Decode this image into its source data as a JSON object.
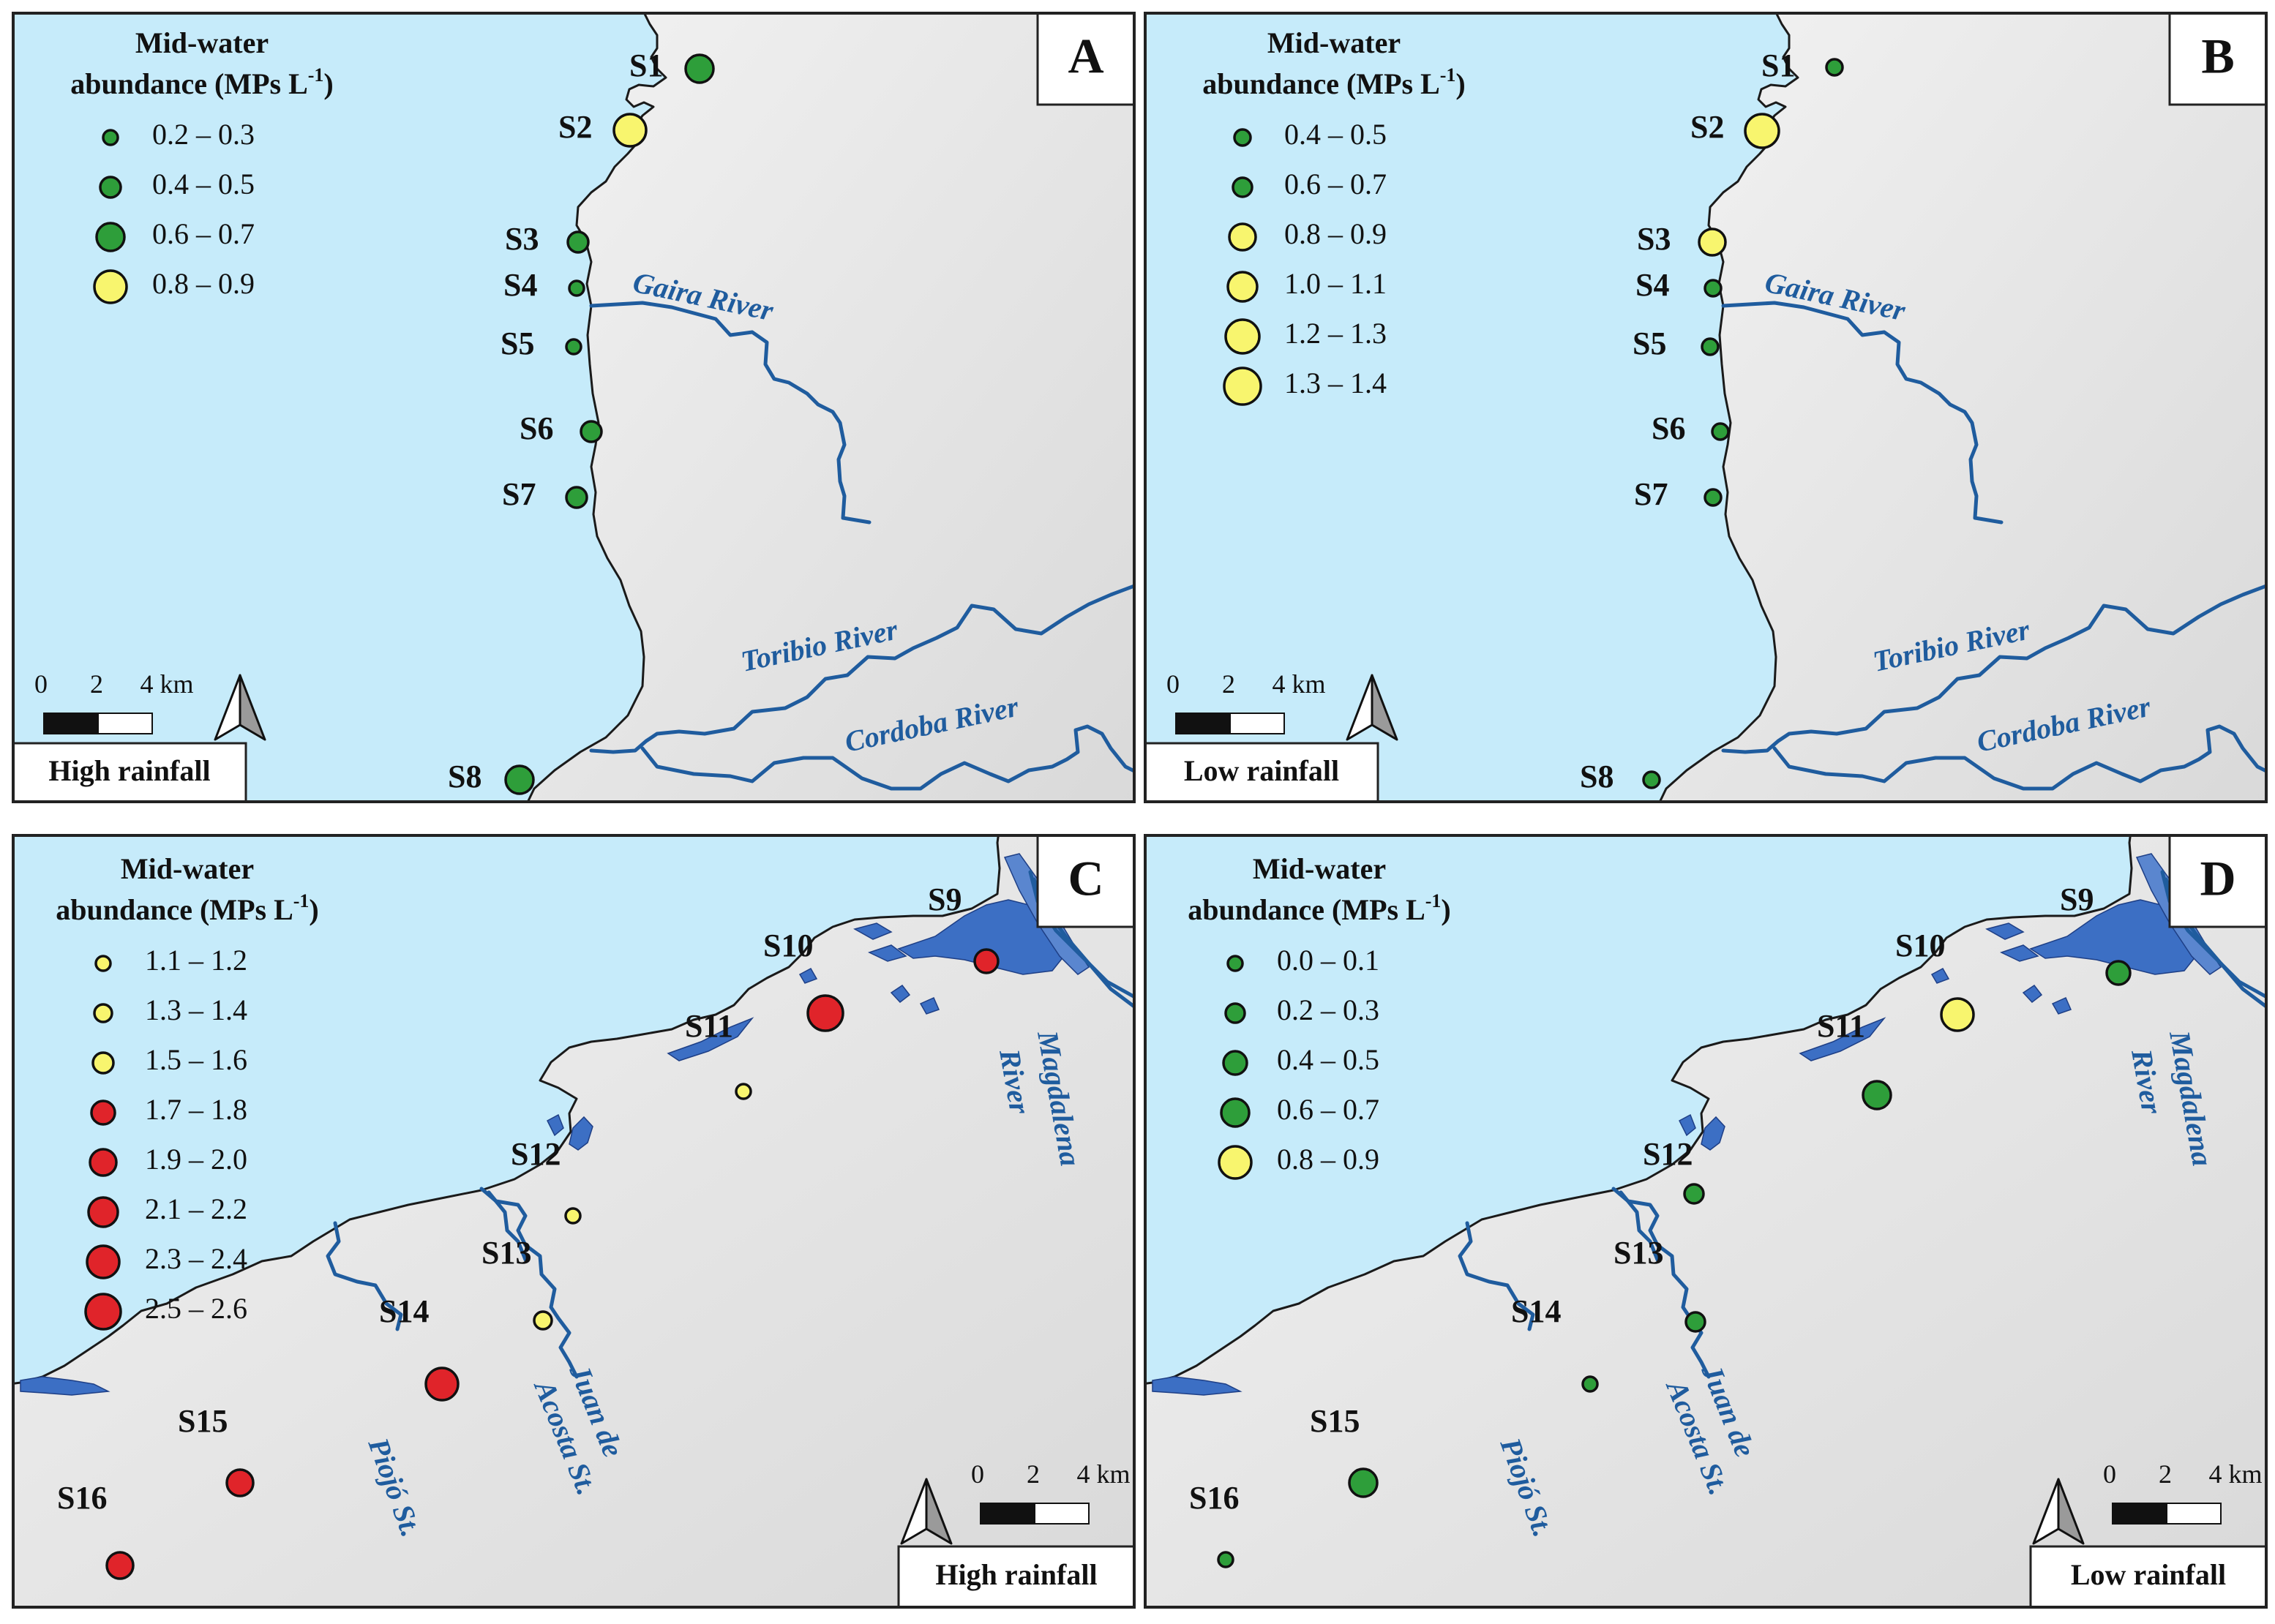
{
  "colors": {
    "green": "#2e9e3a",
    "yellow": "#f8f56e",
    "red": "#e0242a"
  },
  "panels": {
    "A": {
      "letter": "A",
      "season": "High rainfall",
      "legend": {
        "title_line1": "Mid-water",
        "title_line2": "abundance (MPs L",
        "title_sup": "-1",
        "title_close": ")",
        "items": [
          {
            "range": "0.2 – 0.3",
            "color": "green",
            "size": 1
          },
          {
            "range": "0.4 – 0.5",
            "color": "green",
            "size": 2
          },
          {
            "range": "0.6 – 0.7",
            "color": "green",
            "size": 3
          },
          {
            "range": "0.8 – 0.9",
            "color": "yellow",
            "size": 4
          }
        ]
      },
      "rivers": [
        "Gaira River",
        "Toribio River",
        "Cordoba River"
      ],
      "scale": {
        "ticks": [
          "0",
          "2",
          "4 km"
        ]
      },
      "sites": [
        {
          "label": "S1",
          "color": "green",
          "size": 3
        },
        {
          "label": "S2",
          "color": "yellow",
          "size": 4
        },
        {
          "label": "S3",
          "color": "green",
          "size": 2
        },
        {
          "label": "S4",
          "color": "green",
          "size": 1
        },
        {
          "label": "S5",
          "color": "green",
          "size": 1
        },
        {
          "label": "S6",
          "color": "green",
          "size": 2
        },
        {
          "label": "S7",
          "color": "green",
          "size": 2
        },
        {
          "label": "S8",
          "color": "green",
          "size": 3
        }
      ]
    },
    "B": {
      "letter": "B",
      "season": "Low rainfall",
      "legend": {
        "title_line1": "Mid-water",
        "title_line2": "abundance (MPs L",
        "title_sup": "-1",
        "title_close": ")",
        "items": [
          {
            "range": "0.4 – 0.5",
            "color": "green",
            "size": 1
          },
          {
            "range": "0.6 – 0.7",
            "color": "green",
            "size": 2
          },
          {
            "range": "0.8 – 0.9",
            "color": "yellow",
            "size": 3
          },
          {
            "range": "1.0 – 1.1",
            "color": "yellow",
            "size": 4
          },
          {
            "range": "1.2 – 1.3",
            "color": "yellow",
            "size": 5
          },
          {
            "range": "1.3 – 1.4",
            "color": "yellow",
            "size": 6
          }
        ]
      },
      "rivers": [
        "Gaira River",
        "Toribio River",
        "Cordoba River"
      ],
      "scale": {
        "ticks": [
          "0",
          "2",
          "4 km"
        ]
      },
      "sites": [
        {
          "label": "S1",
          "color": "green",
          "size": 1
        },
        {
          "label": "S2",
          "color": "yellow",
          "size": 5
        },
        {
          "label": "S3",
          "color": "yellow",
          "size": 3
        },
        {
          "label": "S4",
          "color": "green",
          "size": 1
        },
        {
          "label": "S5",
          "color": "green",
          "size": 1
        },
        {
          "label": "S6",
          "color": "green",
          "size": 1
        },
        {
          "label": "S7",
          "color": "green",
          "size": 1
        },
        {
          "label": "S8",
          "color": "green",
          "size": 1
        }
      ]
    },
    "C": {
      "letter": "C",
      "season": "High rainfall",
      "legend": {
        "title_line1": "Mid-water",
        "title_line2": "abundance (MPs L",
        "title_sup": "-1",
        "title_close": ")",
        "items": [
          {
            "range": "1.1 – 1.2",
            "color": "yellow",
            "size": 1
          },
          {
            "range": "1.3 – 1.4",
            "color": "yellow",
            "size": 2
          },
          {
            "range": "1.5 – 1.6",
            "color": "yellow",
            "size": 3
          },
          {
            "range": "1.7 – 1.8",
            "color": "red",
            "size": 4
          },
          {
            "range": "1.9 – 2.0",
            "color": "red",
            "size": 5
          },
          {
            "range": "2.1 – 2.2",
            "color": "red",
            "size": 6
          },
          {
            "range": "2.3 – 2.4",
            "color": "red",
            "size": 7
          },
          {
            "range": "2.5 – 2.6",
            "color": "red",
            "size": 8
          }
        ]
      },
      "rivers": [
        "Magdalena",
        "River",
        "Juan de",
        "Acosta St.",
        "Piojó St."
      ],
      "scale": {
        "ticks": [
          "0",
          "2",
          "4 km"
        ]
      },
      "sites": [
        {
          "label": "S9",
          "color": "red",
          "size": 4
        },
        {
          "label": "S10",
          "color": "red",
          "size": 8
        },
        {
          "label": "S11",
          "color": "yellow",
          "size": 1
        },
        {
          "label": "S12",
          "color": "yellow",
          "size": 1
        },
        {
          "label": "S13",
          "color": "yellow",
          "size": 2
        },
        {
          "label": "S14",
          "color": "red",
          "size": 7
        },
        {
          "label": "S15",
          "color": "red",
          "size": 5
        },
        {
          "label": "S16",
          "color": "red",
          "size": 5
        }
      ]
    },
    "D": {
      "letter": "D",
      "season": "Low rainfall",
      "legend": {
        "title_line1": "Mid-water",
        "title_line2": "abundance (MPs L",
        "title_sup": "-1",
        "title_close": ")",
        "items": [
          {
            "range": "0.0 – 0.1",
            "color": "green",
            "size": 1
          },
          {
            "range": "0.2 – 0.3",
            "color": "green",
            "size": 2
          },
          {
            "range": "0.4 – 0.5",
            "color": "green",
            "size": 3
          },
          {
            "range": "0.6 – 0.7",
            "color": "green",
            "size": 4
          },
          {
            "range": "0.8 – 0.9",
            "color": "yellow",
            "size": 5
          }
        ]
      },
      "rivers": [
        "Magdalena",
        "River",
        "Juan de",
        "Acosta St.",
        "Piojó St."
      ],
      "scale": {
        "ticks": [
          "0",
          "2",
          "4 km"
        ]
      },
      "sites": [
        {
          "label": "S9",
          "color": "green",
          "size": 3
        },
        {
          "label": "S10",
          "color": "yellow",
          "size": 5
        },
        {
          "label": "S11",
          "color": "green",
          "size": 4
        },
        {
          "label": "S12",
          "color": "green",
          "size": 2
        },
        {
          "label": "S13",
          "color": "green",
          "size": 2
        },
        {
          "label": "S14",
          "color": "green",
          "size": 1
        },
        {
          "label": "S15",
          "color": "green",
          "size": 4
        },
        {
          "label": "S16",
          "color": "green",
          "size": 1
        }
      ]
    }
  }
}
